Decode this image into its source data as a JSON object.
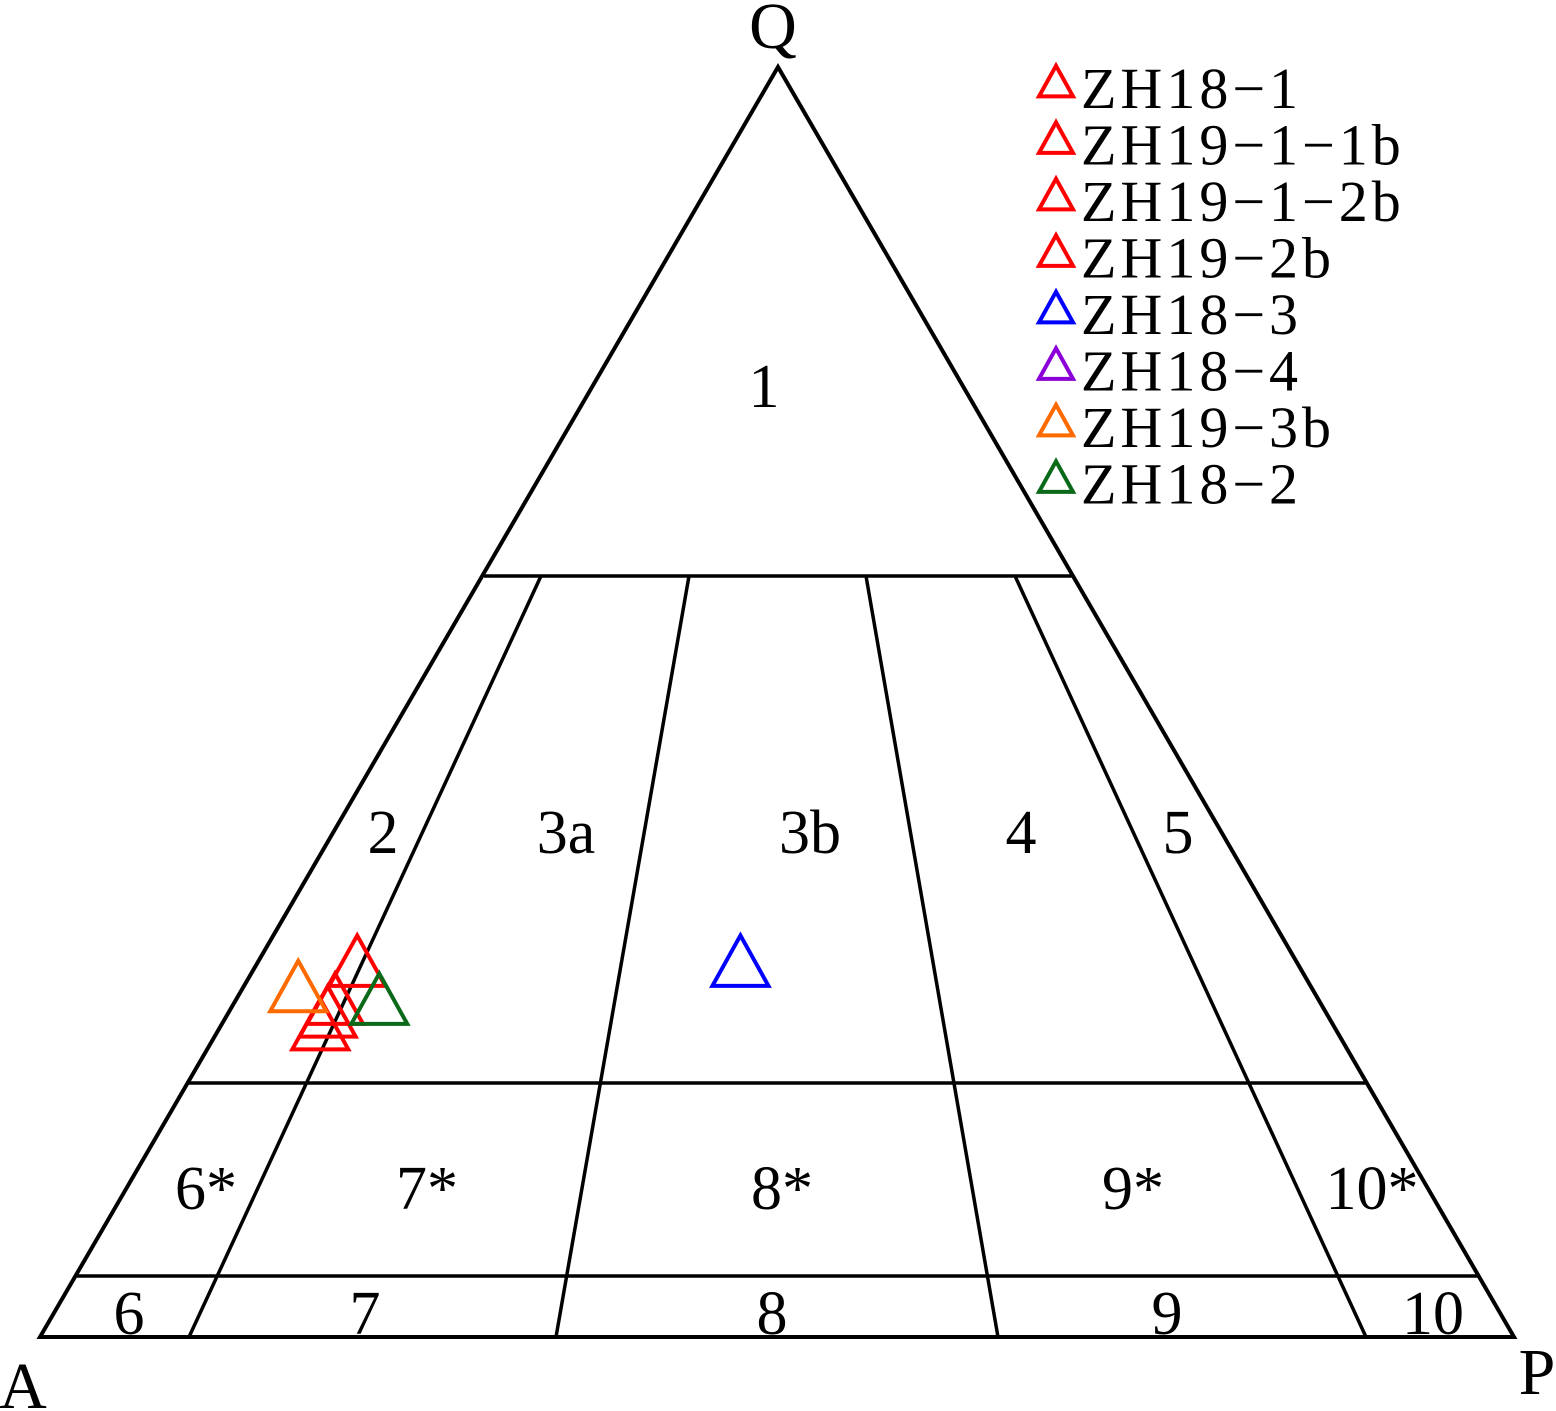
{
  "chart_data": {
    "type": "scatter",
    "subtype": "ternary-QAP",
    "vertices": {
      "top": "Q",
      "left": "A",
      "right": "P"
    },
    "fields": [
      "1",
      "2",
      "3a",
      "3b",
      "4",
      "5",
      "6*",
      "7*",
      "8*",
      "9*",
      "10*",
      "6",
      "7",
      "8",
      "9",
      "10"
    ],
    "legend_position": "top-right",
    "series": [
      {
        "name": "ZH18−1",
        "color": "#ff0000",
        "marker": "triangle-open",
        "points": [
          {
            "Q": 29,
            "A": 64,
            "P": 7
          }
        ]
      },
      {
        "name": "ZH19−1−1b",
        "color": "#ff0000",
        "marker": "triangle-open",
        "points": [
          {
            "Q": 26,
            "A": 67,
            "P": 7
          }
        ]
      },
      {
        "name": "ZH19−1−2b",
        "color": "#ff0000",
        "marker": "triangle-open",
        "points": [
          {
            "Q": 25,
            "A": 68,
            "P": 7
          }
        ]
      },
      {
        "name": "ZH19−2b",
        "color": "#ff0000",
        "marker": "triangle-open",
        "points": [
          {
            "Q": 24,
            "A": 69,
            "P": 7
          }
        ]
      },
      {
        "name": "ZH18−3",
        "color": "#0000ff",
        "marker": "triangle-open",
        "points": [
          {
            "Q": 29,
            "A": 38,
            "P": 33
          }
        ]
      },
      {
        "name": "ZH18−4",
        "color": "#8b00d6",
        "marker": "triangle-open",
        "points": []
      },
      {
        "name": "ZH19−3b",
        "color": "#ff6a00",
        "marker": "triangle-open",
        "points": [
          {
            "Q": 27,
            "A": 69,
            "P": 4
          }
        ]
      },
      {
        "name": "ZH18−2",
        "color": "#0a6a1a",
        "marker": "triangle-open",
        "points": [
          {
            "Q": 26,
            "A": 64,
            "P": 10
          }
        ]
      }
    ]
  }
}
